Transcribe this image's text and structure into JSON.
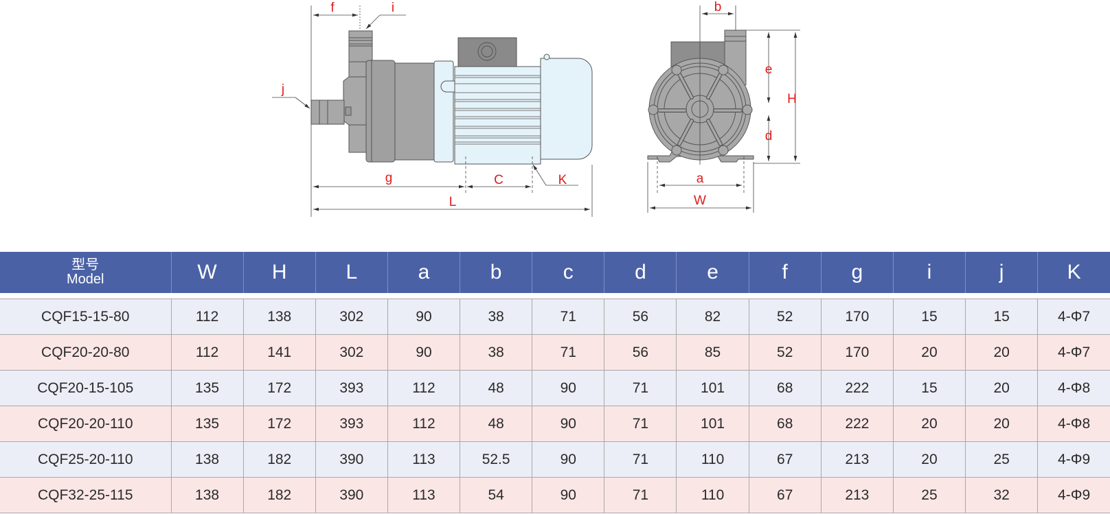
{
  "drawing": {
    "side_view_labels": {
      "f": "f",
      "i": "i",
      "j": "j",
      "g": "g",
      "C": "C",
      "K": "K",
      "L": "L"
    },
    "front_view_labels": {
      "b": "b",
      "e": "e",
      "H": "H",
      "d": "d",
      "a": "a",
      "W": "W"
    },
    "colors": {
      "label": "#e01b1b",
      "pump_body": "#a8a8a8",
      "motor": "#e4f3f9"
    }
  },
  "table": {
    "header_model_cn": "型号",
    "header_model_en": "Model",
    "columns": [
      "W",
      "H",
      "L",
      "a",
      "b",
      "c",
      "d",
      "e",
      "f",
      "g",
      "i",
      "j",
      "K"
    ],
    "rows": [
      {
        "model": "CQF15-15-80",
        "values": [
          "112",
          "138",
          "302",
          "90",
          "38",
          "71",
          "56",
          "82",
          "52",
          "170",
          "15",
          "15",
          "4-Φ7"
        ]
      },
      {
        "model": "CQF20-20-80",
        "values": [
          "112",
          "141",
          "302",
          "90",
          "38",
          "71",
          "56",
          "85",
          "52",
          "170",
          "20",
          "20",
          "4-Φ7"
        ]
      },
      {
        "model": "CQF20-15-105",
        "values": [
          "135",
          "172",
          "393",
          "112",
          "48",
          "90",
          "71",
          "101",
          "68",
          "222",
          "15",
          "20",
          "4-Φ8"
        ]
      },
      {
        "model": "CQF20-20-110",
        "values": [
          "135",
          "172",
          "393",
          "112",
          "48",
          "90",
          "71",
          "101",
          "68",
          "222",
          "20",
          "20",
          "4-Φ8"
        ]
      },
      {
        "model": "CQF25-20-110",
        "values": [
          "138",
          "182",
          "390",
          "113",
          "52.5",
          "90",
          "71",
          "110",
          "67",
          "213",
          "20",
          "25",
          "4-Φ9"
        ]
      },
      {
        "model": "CQF32-25-115",
        "values": [
          "138",
          "182",
          "390",
          "113",
          "54",
          "90",
          "71",
          "110",
          "67",
          "213",
          "25",
          "32",
          "4-Φ9"
        ]
      }
    ],
    "colors": {
      "header_bg": "#4a61a6",
      "row_odd": "#ebeef6",
      "row_even": "#fbe6e6"
    }
  }
}
